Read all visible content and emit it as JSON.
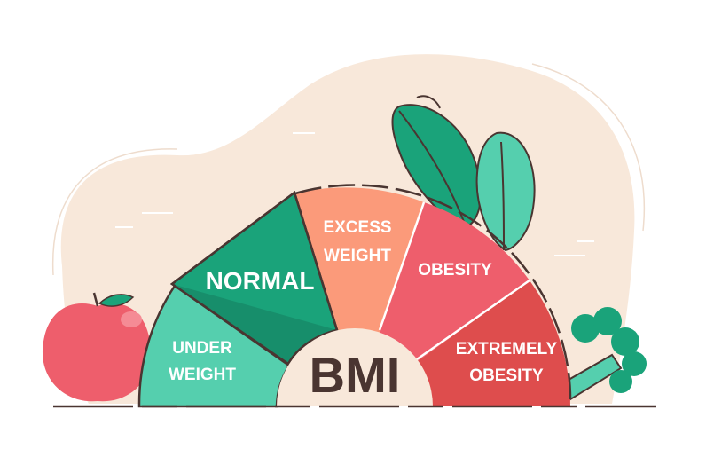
{
  "gauge": {
    "center_label": "BMI",
    "segments": [
      {
        "line1": "UNDER",
        "line2": "WEIGHT",
        "color": "#55cfae"
      },
      {
        "line1": "NORMAL",
        "line2": "",
        "color": "#1aa37a"
      },
      {
        "line1": "EXCESS",
        "line2": "WEIGHT",
        "color": "#fb9a7a"
      },
      {
        "line1": "OBESITY",
        "line2": "",
        "color": "#ee5e6c"
      },
      {
        "line1": "EXTREMELY",
        "line2": "OBESITY",
        "color": "#de4d4d"
      }
    ]
  },
  "colors": {
    "background_blob": "#f8e8da",
    "outline": "#4a3531",
    "hub": "#f8e8da"
  }
}
